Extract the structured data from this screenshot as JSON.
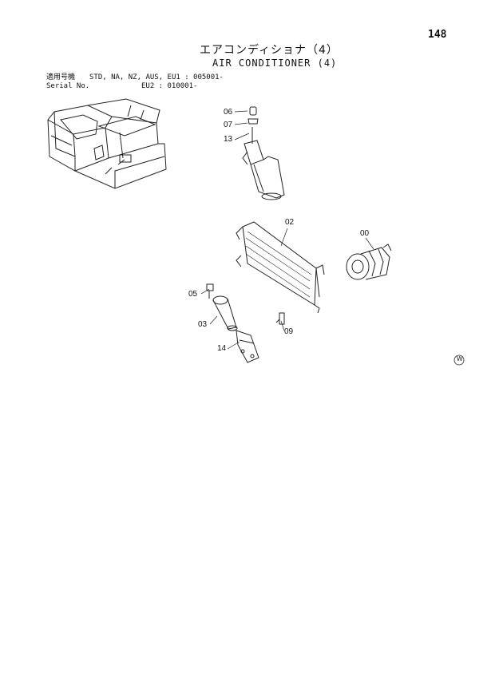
{
  "page_number": "148",
  "title_jp": "エアコンディショナ（4）",
  "title_en": "AIR CONDITIONER (4)",
  "applicability": {
    "label_jp": "適用号機",
    "label_en": "Serial No.",
    "line1": "STD, NA, NZ, AUS, EU1 : 005001-",
    "line2": "EU2 : 010001-"
  },
  "callouts": [
    "06",
    "07",
    "13",
    "02",
    "00",
    "05",
    "03",
    "09",
    "14"
  ],
  "mark": "W"
}
